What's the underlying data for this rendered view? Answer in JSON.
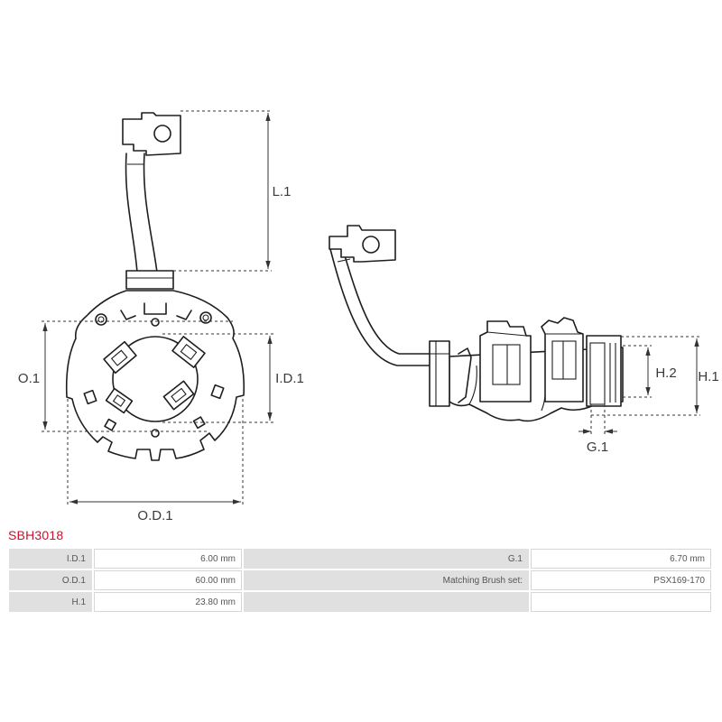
{
  "product": {
    "code": "SBH3018"
  },
  "drawing": {
    "labels": {
      "l1": "L.1",
      "o1": "O.1",
      "id1": "I.D.1",
      "od1": "O.D.1",
      "h2": "H.2",
      "h1": "H.1",
      "g1": "G.1"
    }
  },
  "specs": {
    "rows": [
      {
        "label1": "I.D.1",
        "value1": "6.00 mm",
        "label2": "G.1",
        "value2": "6.70 mm"
      },
      {
        "label1": "O.D.1",
        "value1": "60.00 mm",
        "label2": "Matching Brush set:",
        "value2": "PSX169-170"
      },
      {
        "label1": "H.1",
        "value1": "23.80 mm"
      }
    ]
  },
  "colors": {
    "code": "#c8102e",
    "label_cell": "#e0e0e0",
    "line": "#1e1e1e"
  }
}
